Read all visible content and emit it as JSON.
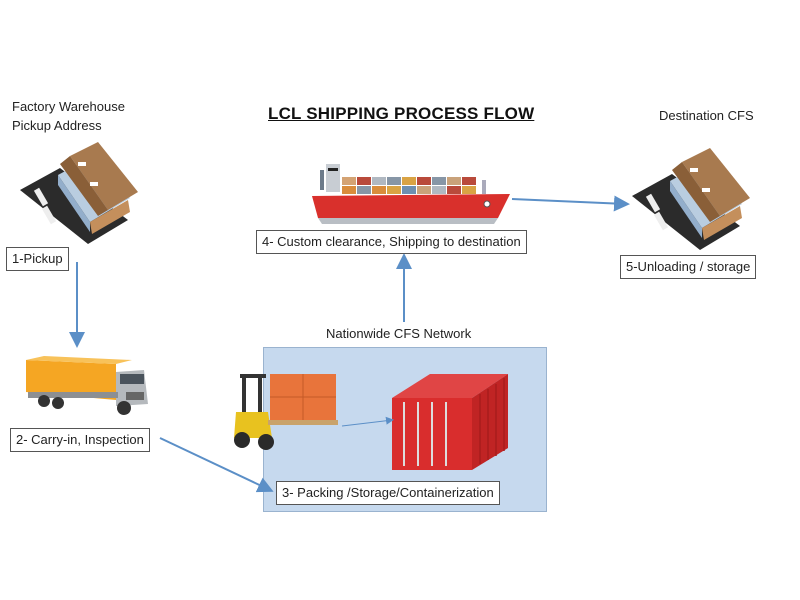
{
  "title": "LCL SHIPPING PROCESS FLOW",
  "captions": {
    "origin": [
      "Factory Warehouse",
      "Pickup Address"
    ],
    "destination": "Destination CFS",
    "cfs_network": "Nationwide CFS Network"
  },
  "steps": [
    {
      "id": 1,
      "label": "1-Pickup",
      "icon": "factory-warehouse-icon"
    },
    {
      "id": 2,
      "label": "2- Carry-in, Inspection",
      "icon": "delivery-truck-icon"
    },
    {
      "id": 3,
      "label": "3- Packing /Storage/Containerization",
      "icon": "forklift-container-icon"
    },
    {
      "id": 4,
      "label": "4- Custom clearance, Shipping to destination",
      "icon": "container-ship-icon"
    },
    {
      "id": 5,
      "label": "5-Unloading / storage",
      "icon": "destination-warehouse-icon"
    }
  ],
  "flow": [
    {
      "from": 1,
      "to": 2
    },
    {
      "from": 2,
      "to": 3
    },
    {
      "from": 3,
      "to": 4
    },
    {
      "from": 4,
      "to": 5
    }
  ],
  "colors": {
    "arrow": "#5b8fc7",
    "panel": "#c6d9ee",
    "roof": "#a87a4f",
    "truck_cargo": "#f5a623",
    "ship_hull": "#d9302c",
    "container": "#d92d2d",
    "crate": "#e8743b",
    "forklift": "#e8c21f"
  }
}
